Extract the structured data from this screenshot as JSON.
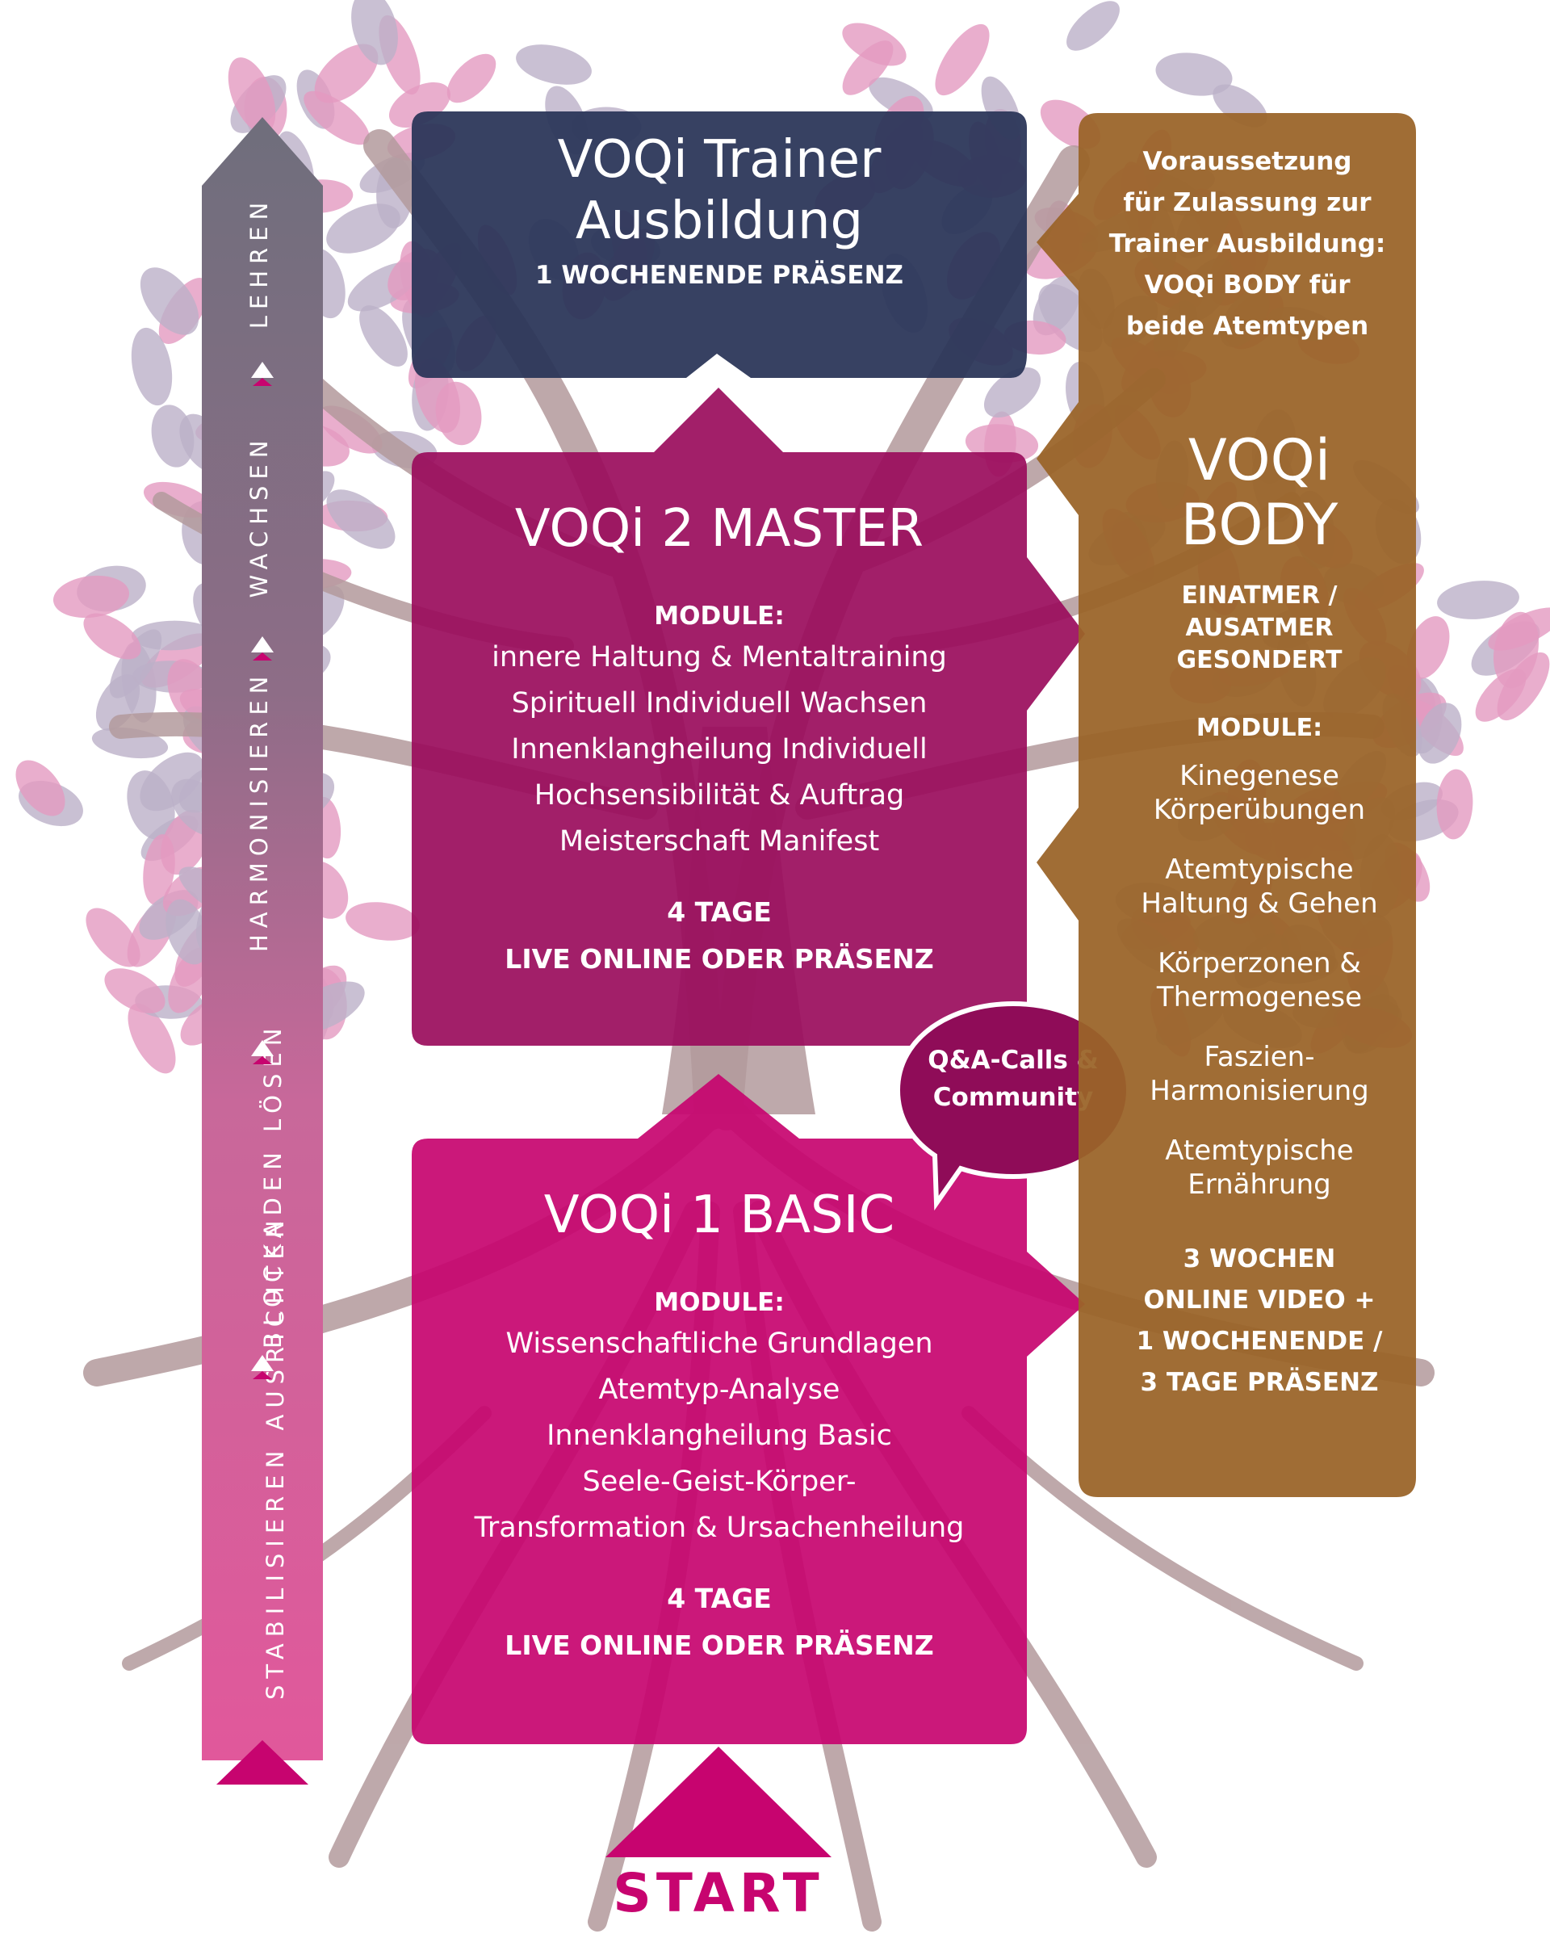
{
  "colors": {
    "trainer": "#2b3558",
    "master": "#9a0c5c",
    "basic": "#c7046f",
    "body": "#9a6428",
    "leaf_pink": "#e39ac1",
    "leaf_lilac": "#bcb0c8",
    "branch": "#b39a9c",
    "start": "#c7046f"
  },
  "trainer": {
    "title_line1": "VOQi Trainer",
    "title_line2": "Ausbildung",
    "subtitle": "1 WOCHENENDE PRÄSENZ"
  },
  "master": {
    "title": "VOQi 2 MASTER",
    "modules_label": "MODULE:",
    "modules": [
      "innere Haltung & Mentaltraining",
      "Spirituell Individuell Wachsen",
      "Innenklangheilung Individuell",
      "Hochsensibilität & Auftrag",
      "Meisterschaft Manifest"
    ],
    "duration": "4 TAGE",
    "format": "LIVE ONLINE ODER PRÄSENZ"
  },
  "basic": {
    "title": "VOQi 1 BASIC",
    "modules_label": "MODULE:",
    "modules": [
      "Wissenschaftliche Grundlagen",
      "Atemtyp-Analyse",
      "Innenklangheilung Basic",
      "Seele-Geist-Körper-",
      "Transformation & Ursachenheilung"
    ],
    "duration": "4 TAGE",
    "format": "LIVE ONLINE ODER PRÄSENZ"
  },
  "qa_bubble": {
    "line1": "Q&A-Calls &",
    "line2": "Community"
  },
  "body": {
    "prereq": [
      "Voraussetzung",
      "für Zulassung zur",
      "Trainer Ausbildung:",
      "VOQi BODY für",
      "beide Atemtypen"
    ],
    "title_line1": "VOQi",
    "title_line2": "BODY",
    "note": [
      "EINATMER /",
      "AUSATMER",
      "GESONDERT"
    ],
    "modules_label": "MODULE:",
    "modules": [
      [
        "Kinegenese",
        "Körperübungen"
      ],
      [
        "Atemtypische",
        "Haltung & Gehen"
      ],
      [
        "Körperzonen &",
        "Thermogenese"
      ],
      [
        "Faszien-",
        "Harmonisierung"
      ],
      [
        "Atemtypische",
        "Ernährung"
      ]
    ],
    "format": [
      "3 WOCHEN",
      "ONLINE VIDEO +",
      "1 WOCHENENDE /",
      "3 TAGE PRÄSENZ"
    ]
  },
  "progress": {
    "stages": [
      [
        "STABILISIEREN",
        "AUSRICHTEN"
      ],
      [
        "BLOCKADEN",
        "LÖSEN"
      ],
      [
        "HARMONISIEREN"
      ],
      [
        "WACHSEN"
      ],
      [
        "LEHREN"
      ]
    ]
  },
  "start_label": "START"
}
